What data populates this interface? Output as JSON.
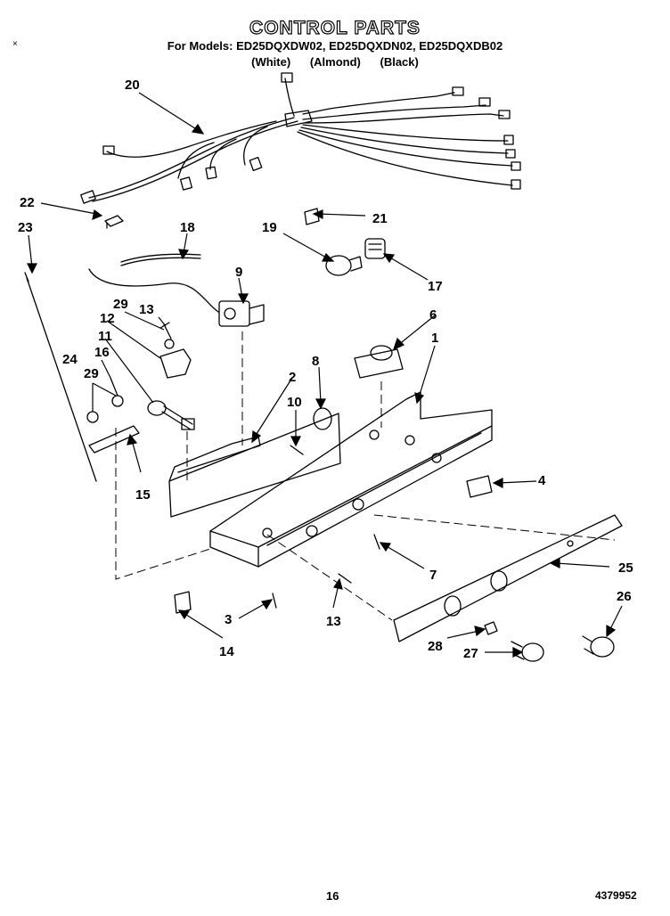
{
  "header": {
    "title": "CONTROL PARTS",
    "models_line": "For Models: ED25DQXDW02, ED25DQXDN02, ED25DQXDB02",
    "colors": [
      "(White)",
      "(Almond)",
      "(Black)"
    ]
  },
  "corner_mark": "×",
  "callouts": [
    "20",
    "22",
    "23",
    "18",
    "19",
    "21",
    "17",
    "9",
    "29",
    "13",
    "12",
    "11",
    "16",
    "24",
    "29",
    "15",
    "6",
    "8",
    "1",
    "2",
    "10",
    "4",
    "7",
    "25",
    "26",
    "28",
    "27",
    "13",
    "3",
    "14"
  ],
  "footer": {
    "page": "16",
    "doc_number": "4379952"
  }
}
